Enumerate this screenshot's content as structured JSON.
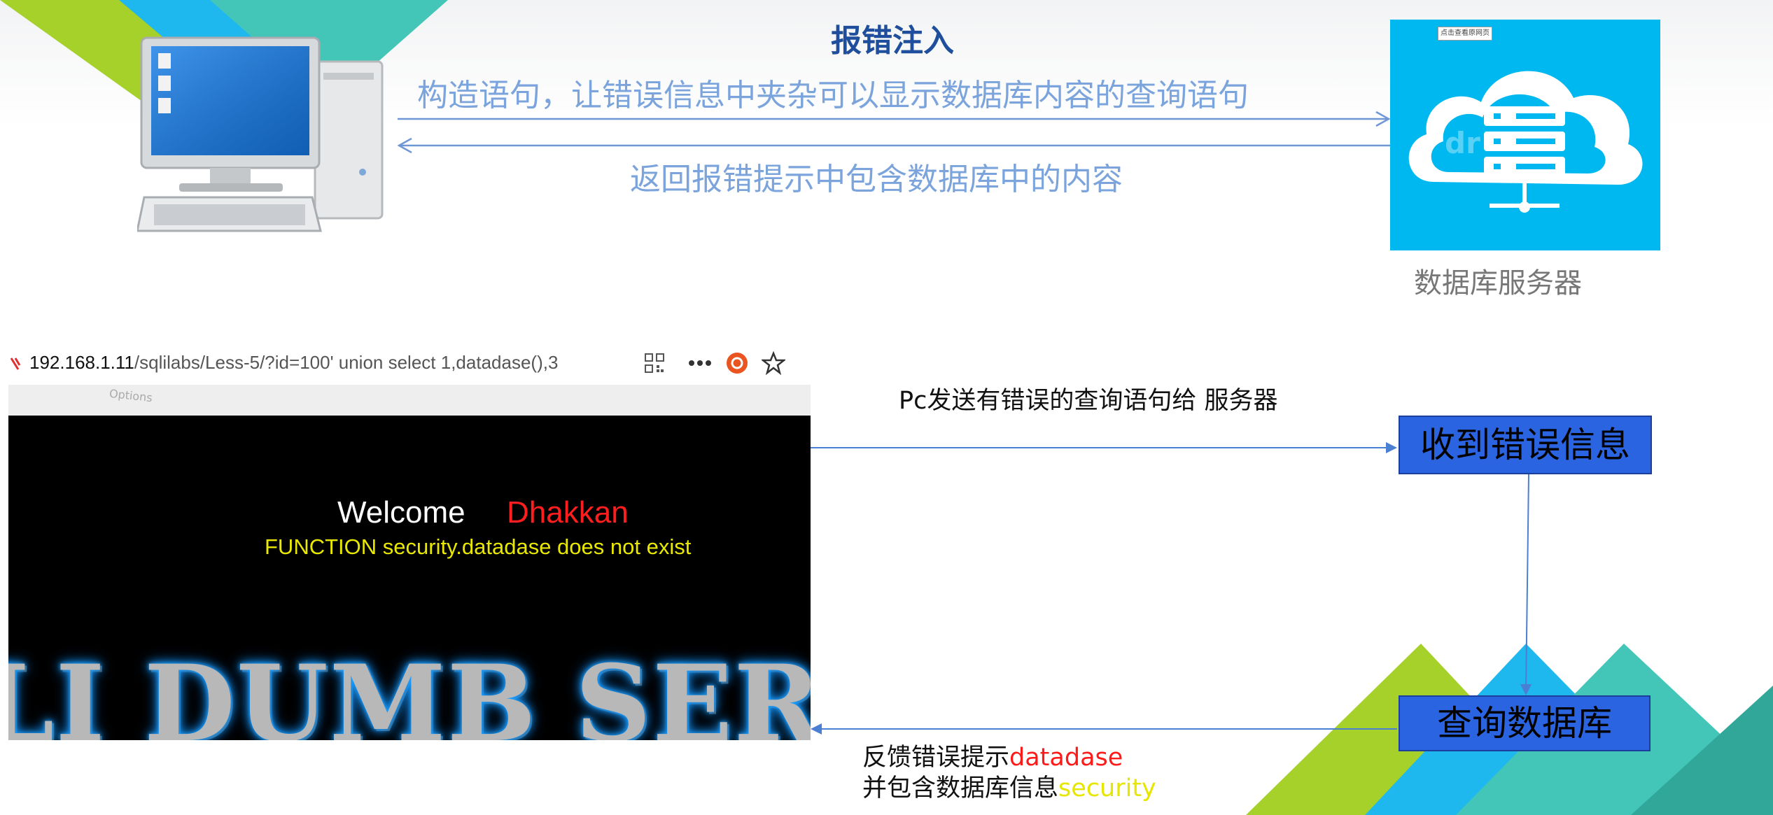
{
  "title": "报错注入",
  "request_text": "构造语句，让错误信息中夹杂可以显示数据库内容的查询语句",
  "response_text": "返回报错提示中包含数据库中的内容",
  "server": {
    "caption": "数据库服务器",
    "button_label": "点击查看原网页",
    "watermark": "dr"
  },
  "browser": {
    "url_host": "192.168.1.11",
    "url_path": "/sqlilabs/Less-5/?id=100' union select 1,datadase(),3",
    "tab_hint": "Options",
    "welcome": "Welcome",
    "user": "Dhakkan",
    "error": "FUNCTION security.datadase does not exist",
    "banner": "LI DUMB SER"
  },
  "flow": {
    "send_label": "Pc发送有错误的查询语句给 服务器",
    "received_box": "收到错误信息",
    "query_box": "查询数据库",
    "feedback_prefix": "反馈错误提示",
    "feedback_red": "datadase",
    "feedback_line2_prefix": "并包含数据库信息",
    "feedback_yellow": "security"
  },
  "colors": {
    "arrow": "#6f97d6",
    "box_fill": "#2b64e0",
    "server_bg": "#00b8f0",
    "accent_green": "#a6d12a",
    "accent_teal": "#43c6b8",
    "accent_cyan": "#1fb8ee"
  }
}
